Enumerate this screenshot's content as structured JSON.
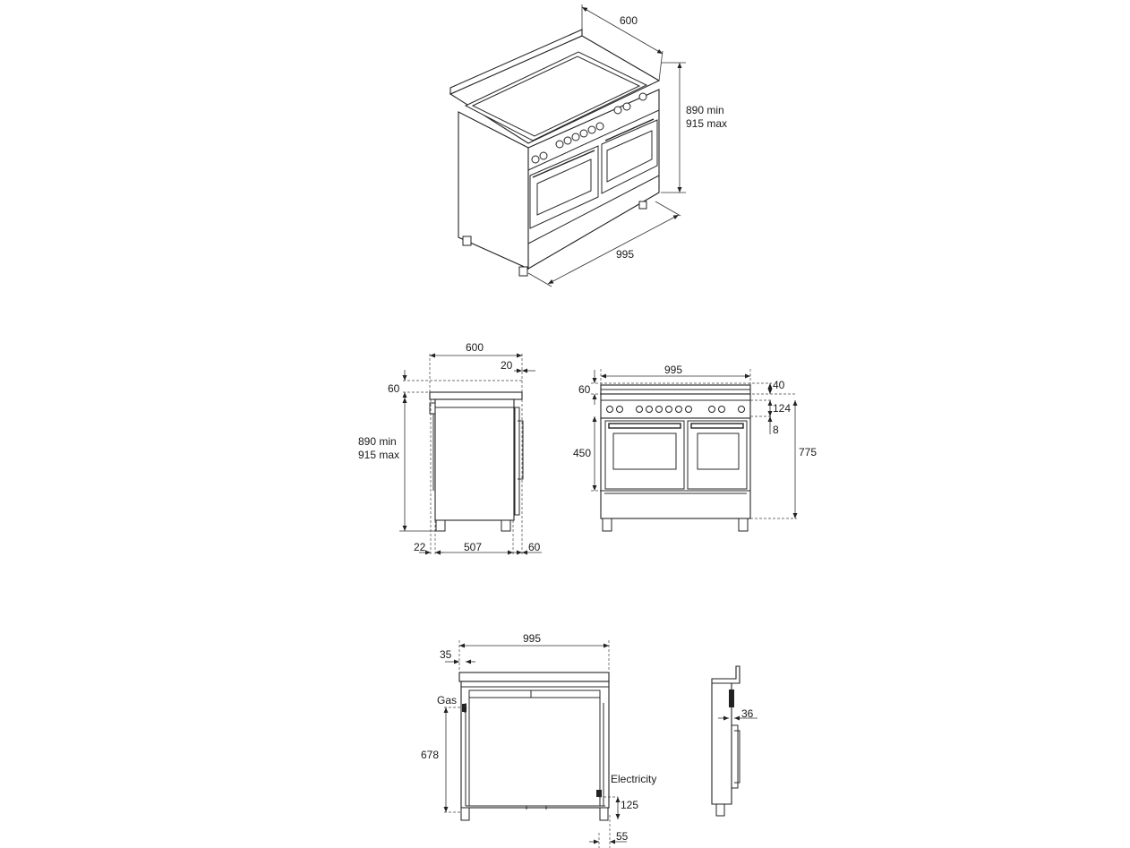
{
  "iso_view": {
    "depth": "600",
    "height_min": "890 min",
    "height_max": "915 max",
    "width": "995"
  },
  "side_view": {
    "depth": "600",
    "top_offset": "20",
    "top_height": "60",
    "height_min": "890 min",
    "height_max": "915 max",
    "foot_offset": "22",
    "body_depth": "507",
    "rear_offset": "60"
  },
  "front_view": {
    "width": "995",
    "top_height": "60",
    "upstand": "40",
    "panel": "124",
    "gap": "8",
    "oven_height": "450",
    "oven_top": "775"
  },
  "back_view": {
    "width": "995",
    "side_offset": "35",
    "gas_label": "Gas",
    "gas_height": "678",
    "electricity_label": "Electricity",
    "electricity_height": "125",
    "electricity_offset": "55"
  },
  "detail_view": {
    "depth": "36"
  }
}
